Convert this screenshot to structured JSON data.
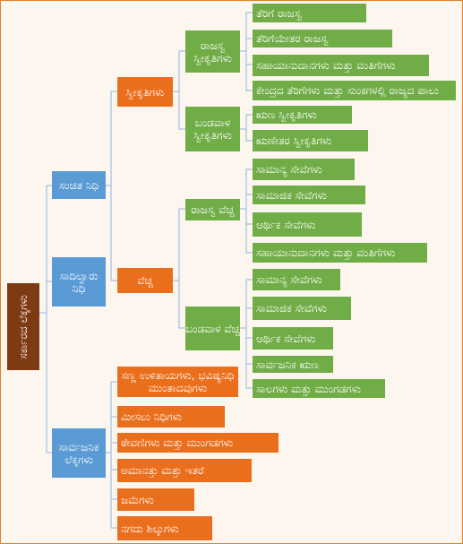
{
  "root": "ಸರ್ಕಾರದ ಲೆಕ್ಕಗಳು",
  "branches": {
    "consolidated_fund": "ಸಂಚಿತ ನಿಧಿ",
    "contingency_fund": "ಸಾದಿಲ್ವಾರು ನಿಧಿ",
    "public_accounts": "ಸಾರ್ವಜನಿಕ ಲೆಕ್ಕಗಳು"
  },
  "receipts": {
    "label": "ಸ್ವೀಕೃತಿಗಳು",
    "revenue": {
      "label": "ರಾಜಸ್ವ ಸ್ವೀಕೃತಿಗಳು",
      "items": [
        "ತೆರಿಗೆ ರಾಜಸ್ವ",
        "ತೆರಿಗೆಯೇತರ ರಾಜಸ್ವ",
        "ಸಹಾಯಾನುದಾನಗಳು ಮತ್ತು ವಂತಿಗೆಗಳು",
        "ಕೇಂದ್ರದ ತೆರಿಗೆಗಳು ಮತ್ತು ಸುಂಕಗಳಲ್ಲಿ ರಾಜ್ಯದ ಪಾಲು"
      ]
    },
    "capital": {
      "label": "ಬಂಡವಾಳ ಸ್ವೀಕೃತಿಗಳು",
      "items": [
        "ಋಣ ಸ್ವೀಕೃತಿಗಳು",
        "ಋಣೇತರ ಸ್ವೀಕೃತಿಗಳು"
      ]
    }
  },
  "expenditure": {
    "label": "ವೆಚ್ಚ",
    "revenue": {
      "label": "ರಾಜಸ್ವ ವೆಚ್ಚ",
      "items": [
        "ಸಾಮಾನ್ಯ ಸೇವೆಗಳು",
        "ಸಾಮಾಜಿಕ ಸೇವೆಗಳು",
        "ಆರ್ಥಿಕ ಸೇವೆಗಳು",
        "ಸಹಾಯಾನುದಾನಗಳು ಮತ್ತು ವಂತಿಗೆಗಳು"
      ]
    },
    "capital": {
      "label": "ಬಂಡವಾಳ ವೆಚ್ಚ",
      "items": [
        "ಸಾಮಾನ್ಯ ಸೇವೆಗಳು",
        "ಸಾಮಾಜಿಕ ಸೇವೆಗಳು",
        "ಆರ್ಥಿಕ ಸೇವೆಗಳು",
        "ಸಾರ್ವಜನಿಕ ಋಣ",
        "ಸಾಲಗಳು ಮತ್ತು ಮುಂಗಡಗಳು"
      ]
    }
  },
  "public_items": [
    "ಸಣ್ಣ ಉಳಿತಾಯಗಳು, ಭವಿಷ್ಯನಿಧಿ ಮುಂತಾದವುಗಳು",
    "ಮೀಸಲು ನಿಧಿಗಳು",
    "ಠೇವಣಿಗಳು ಮತ್ತು ಮುಂಗಡಗಳು",
    "ಅಮಾನತ್ತು ಮತ್ತು ಇತರೆ",
    "ಜಮೆಗಳು",
    "ನಗದು ಶಿಲ್ಕುಗಳು"
  ],
  "colors": {
    "root": "#7e3a12",
    "level1": "#5b9bd5",
    "level2": "#ea6f1d",
    "level4": "#71ad47",
    "connector": "#8fb4e3",
    "border": "#e4812b"
  }
}
